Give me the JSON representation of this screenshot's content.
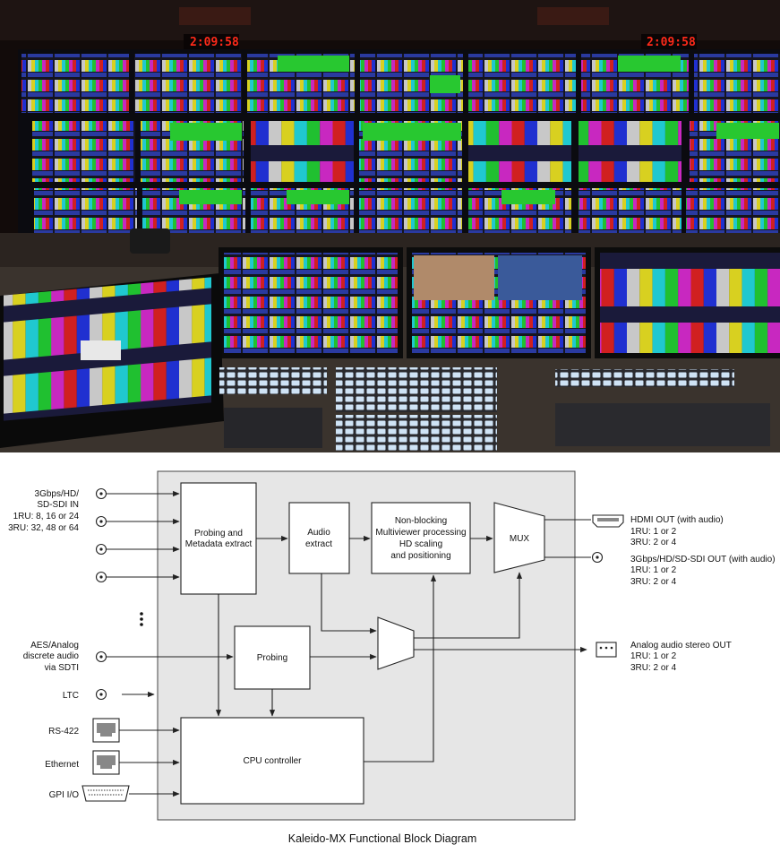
{
  "photo": {
    "clock_left": "2:09:58",
    "clock_right": "2:09:58"
  },
  "diagram": {
    "inputs": {
      "sdi_lines": [
        "3Gbps/HD/",
        "SD-SDI IN",
        "1RU: 8, 16 or 24",
        "3RU: 32, 48 or 64"
      ],
      "aes_lines": [
        "AES/Analog",
        "discrete audio",
        "via SDTI"
      ],
      "ltc": "LTC",
      "rs422": "RS-422",
      "ethernet": "Ethernet",
      "gpi": "GPI I/O"
    },
    "blocks": {
      "probing_metadata": [
        "Probing and",
        "Metadata extract"
      ],
      "audio_extract": [
        "Audio",
        "extract"
      ],
      "multiviewer": [
        "Non-blocking",
        "Multiviewer processing",
        "HD scaling",
        "and positioning"
      ],
      "mux": "MUX",
      "probing": "Probing",
      "cpu": "CPU controller"
    },
    "outputs": {
      "hdmi": [
        "HDMI OUT (with audio)",
        "1RU: 1 or 2",
        "3RU: 2 or 4"
      ],
      "sdi": [
        "3Gbps/HD/SD-SDI OUT (with audio)",
        "1RU: 1 or 2",
        "3RU: 2 or 4"
      ],
      "analog": [
        "Analog audio stereo OUT",
        "1RU: 1 or 2",
        "3RU: 2 or 4"
      ]
    },
    "caption": "Kaleido-MX Functional Block Diagram"
  }
}
